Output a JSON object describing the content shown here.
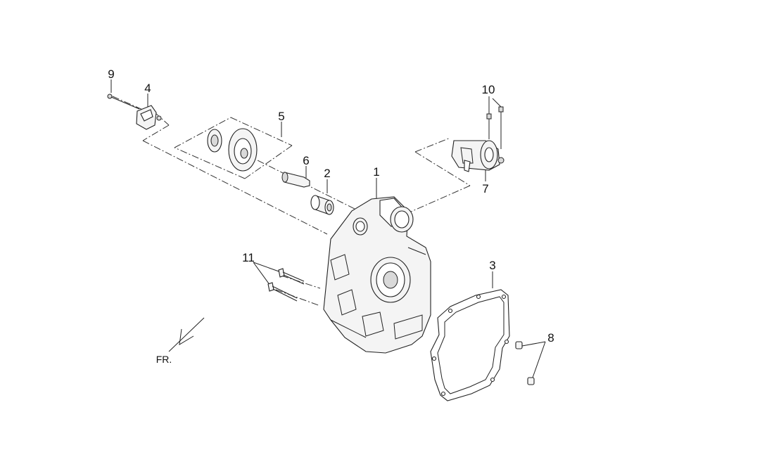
{
  "callouts": {
    "c1": "1",
    "c2": "2",
    "c3": "3",
    "c4": "4",
    "c5": "5",
    "c6": "6",
    "c7": "7",
    "c8": "8",
    "c9": "9",
    "c10": "10",
    "c11": "11"
  },
  "direction_label": "FR.",
  "colors": {
    "line": "#222222",
    "background": "#ffffff"
  }
}
